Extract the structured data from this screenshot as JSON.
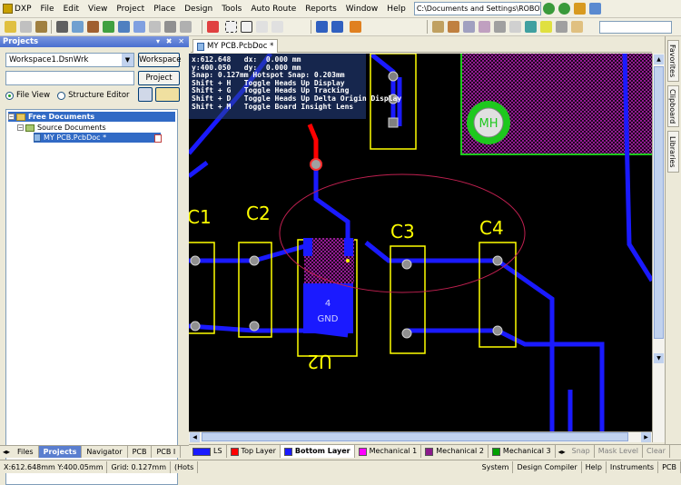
{
  "menubar": {
    "app": "DXP",
    "items": [
      "File",
      "Edit",
      "View",
      "Project",
      "Place",
      "Design",
      "Tools",
      "Auto Route",
      "Reports",
      "Window",
      "Help"
    ],
    "address": "C:\\Documents and Settings\\ROBO\\Loca"
  },
  "projects_panel": {
    "title": "Projects",
    "workspace_value": "Workspace1.DsnWrk",
    "workspace_button": "Workspace",
    "project_button": "Project",
    "file_view_label": "File View",
    "structure_editor_label": "Structure Editor",
    "tree": {
      "root": "Free Documents",
      "folder": "Source Documents",
      "file": "MY PCB.PcbDoc *"
    },
    "bottom_tabs": [
      "Files",
      "Projects",
      "Navigator",
      "PCB",
      "PCB I"
    ]
  },
  "document": {
    "tab_label": "MY PCB.PcbDoc *"
  },
  "hud": {
    "line1": "x:612.648   dx:  0.000 mm",
    "line2": "y:400.050   dy:  0.000 mm",
    "line3": "Snap: 0.127mm Hotspot Snap: 0.203mm",
    "line4": "Shift + H   Toggle Heads Up Display",
    "line5": "Shift + G   Toggle Heads Up Tracking",
    "line6": "Shift + D   Toggle Heads Up Delta Origin Display",
    "line7": "Shift + M   Toggle Board Insight Lens"
  },
  "pcb": {
    "labels": {
      "c1": "C1",
      "c2": "C2",
      "c3": "C3",
      "c4": "C4",
      "u2": "U2",
      "mh": "MH",
      "pad_num": "4",
      "pad_net": "GND"
    },
    "colors": {
      "bottom_layer": "#1a1aff",
      "top_layer": "#ff0000",
      "overlay": "#ffff00",
      "mech": "#8b1a8b",
      "via": "#a0a0a0",
      "mh_green": "#1ec81e"
    }
  },
  "right_rail": [
    "Favorites",
    "Clipboard",
    "Libraries"
  ],
  "layer_tabs": [
    {
      "label": "LS",
      "color": "#1a1aff"
    },
    {
      "label": "Top Layer",
      "color": "#ff0000"
    },
    {
      "label": "Bottom Layer",
      "color": "#1a1aff"
    },
    {
      "label": "Mechanical 1",
      "color": "#ff00ff"
    },
    {
      "label": "Mechanical 2",
      "color": "#8b1a8b"
    },
    {
      "label": "Mechanical 3",
      "color": "#00a000"
    }
  ],
  "layer_controls": [
    "Snap",
    "Mask Level",
    "Clear"
  ],
  "status": {
    "coords": "X:612.648mm Y:400.05mm",
    "grid": "Grid: 0.127mm",
    "hotspot": "(Hots",
    "right_items": [
      "System",
      "Design Compiler",
      "Help",
      "Instruments",
      "PCB"
    ]
  }
}
